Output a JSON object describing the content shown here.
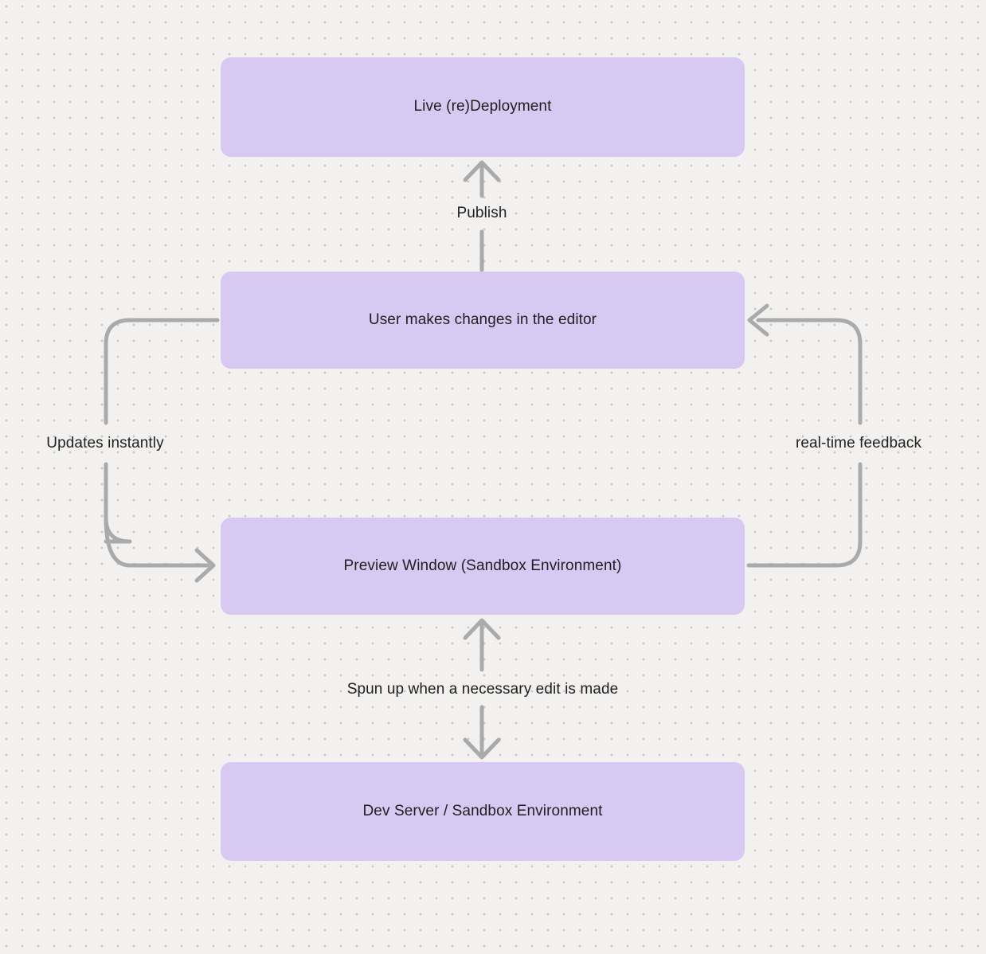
{
  "colors": {
    "background": "#f2f1f0",
    "grid-dot": "#c7c7c7",
    "node-fill": "#d7c9f2",
    "arrow": "#aaaaaa",
    "text": "#1f1f1f"
  },
  "diagram": {
    "nodes": [
      {
        "id": "live-redeployment",
        "label": "Live (re)Deployment"
      },
      {
        "id": "editor-changes",
        "label": "User makes changes in the editor"
      },
      {
        "id": "preview-window",
        "label": "Preview Window (Sandbox Environment)"
      },
      {
        "id": "dev-server",
        "label": "Dev Server / Sandbox Environment"
      }
    ],
    "edges": [
      {
        "id": "publish",
        "from": "editor-changes",
        "to": "live-redeployment",
        "label": "Publish",
        "direction": "up"
      },
      {
        "id": "updates-instantly",
        "from": "editor-changes",
        "to": "preview-window",
        "label": "Updates instantly",
        "direction": "down-left-loop"
      },
      {
        "id": "real-time-feedback",
        "from": "preview-window",
        "to": "editor-changes",
        "label": "real-time feedback",
        "direction": "up-right-loop"
      },
      {
        "id": "spun-up",
        "from": "dev-server",
        "to": "preview-window",
        "label": "Spun up when a necessary edit is made",
        "direction": "both"
      }
    ]
  }
}
